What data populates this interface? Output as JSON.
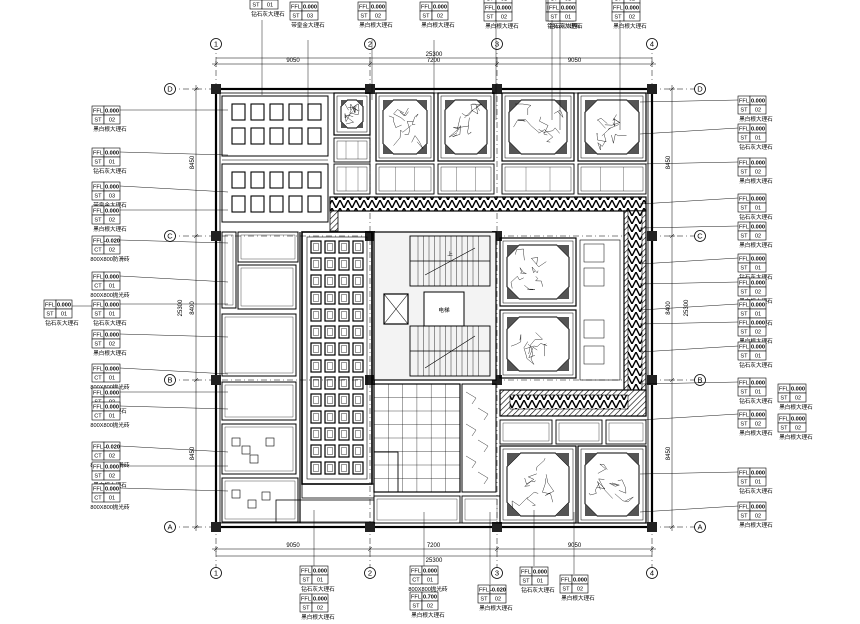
{
  "drawing": {
    "axes": {
      "numbered": [
        "1",
        "2",
        "3",
        "4"
      ],
      "lettered": [
        "A",
        "B",
        "C",
        "D"
      ]
    },
    "dimensions": {
      "bays_horizontal": [
        "9050",
        "7200",
        "9050"
      ],
      "total_horizontal": "25300",
      "bays_vertical": [
        "8450",
        "8400",
        "8450"
      ],
      "total_vertical": "25300"
    },
    "legends": {
      "top": [
        {
          "rows": [
            [
              "ST",
              "01"
            ],
            [
              "钻石灰大理石"
            ]
          ]
        },
        {
          "rows": [
            [
              "FFL",
              "0.000"
            ],
            [
              "ST",
              "03"
            ],
            [
              "带皇金大理石"
            ]
          ]
        },
        {
          "rows": [
            [
              "FFL",
              "0.000"
            ],
            [
              "ST",
              "02"
            ],
            [
              "黑白根大理石"
            ]
          ]
        },
        {
          "rows": [
            [
              "FFL",
              "0.000"
            ],
            [
              "ST",
              "02"
            ],
            [
              "黑白根大理石"
            ]
          ]
        },
        {
          "rows": [
            [
              "ST",
              "01"
            ],
            [
              "FFL",
              "0.000"
            ],
            [
              "ST",
              "02"
            ],
            [
              "黑白根大理石"
            ]
          ]
        },
        {
          "rows": [
            [
              "ST",
              "01"
            ],
            [
              "FFL",
              "0.000"
            ],
            [
              "ST",
              "01"
            ],
            [
              "钻石灰大理石"
            ]
          ]
        },
        {
          "rows": [
            [
              "ST",
              "01"
            ],
            [
              "FFL",
              "0.000"
            ],
            [
              "ST",
              "01"
            ],
            [
              "钻石灰大理石"
            ]
          ]
        },
        {
          "rows": [
            [
              "ST",
              "02"
            ],
            [
              "FFL",
              "0.000"
            ],
            [
              "ST",
              "02"
            ],
            [
              "黑白根大理石"
            ]
          ]
        }
      ],
      "left": [
        {
          "rows": [
            [
              "FFL",
              "0.000"
            ],
            [
              "ST",
              "02"
            ],
            [
              "黑白根大理石"
            ]
          ]
        },
        {
          "rows": [
            [
              "FFL",
              "0.000"
            ],
            [
              "ST",
              "01"
            ],
            [
              "钻石灰大理石"
            ]
          ]
        },
        {
          "rows": [
            [
              "FFL",
              "0.000"
            ],
            [
              "ST",
              "03"
            ],
            [
              "带皇金大理石"
            ]
          ]
        },
        {
          "rows": [
            [
              "FFL",
              "0.000"
            ],
            [
              "ST",
              "02"
            ],
            [
              "黑白根大理石"
            ]
          ]
        },
        {
          "rows": [
            [
              "FFL",
              "-0.020"
            ],
            [
              "CT",
              "02"
            ],
            [
              "800X800防滑砖"
            ]
          ]
        },
        {
          "rows": [
            [
              "FFL",
              "0.000"
            ],
            [
              "CT",
              "01"
            ],
            [
              "800X800抛光砖"
            ]
          ]
        },
        {
          "rows": [
            [
              "FFL",
              "0.000"
            ],
            [
              "ST",
              "01"
            ],
            [
              "钻石灰大理石"
            ]
          ]
        },
        {
          "rows": [
            [
              "FFL",
              "0.000"
            ],
            [
              "ST",
              "02"
            ],
            [
              "黑白根大理石"
            ]
          ]
        },
        {
          "rows": [
            [
              "FFL",
              "0.000"
            ],
            [
              "CT",
              "01"
            ],
            [
              "800X800抛光砖"
            ]
          ]
        },
        {
          "rows": [
            [
              "FFL",
              "0.000"
            ],
            [
              "ST",
              "02"
            ],
            [
              "黑白根大理石"
            ]
          ]
        },
        {
          "rows": [
            [
              "FFL",
              "0.000"
            ],
            [
              "CT",
              "01"
            ],
            [
              "800X800抛光砖"
            ]
          ]
        },
        {
          "rows": [
            [
              "FFL",
              "-0.020"
            ],
            [
              "CT",
              "02"
            ],
            [
              "800X800防滑砖"
            ]
          ]
        },
        {
          "rows": [
            [
              "FFL",
              "0.000"
            ],
            [
              "ST",
              "02"
            ],
            [
              "黑白根大理石"
            ]
          ]
        },
        {
          "rows": [
            [
              "FFL",
              "0.000"
            ],
            [
              "CT",
              "01"
            ],
            [
              "800X800抛光砖"
            ]
          ]
        }
      ],
      "left_far": [
        {
          "rows": [
            [
              "FFL",
              "0.000"
            ],
            [
              "ST",
              "01"
            ],
            [
              "钻石灰大理石"
            ]
          ]
        }
      ],
      "right": [
        {
          "rows": [
            [
              "FFL",
              "0.000"
            ],
            [
              "ST",
              "02"
            ],
            [
              "黑白根大理石"
            ]
          ]
        },
        {
          "rows": [
            [
              "FFL",
              "0.000"
            ],
            [
              "ST",
              "01"
            ],
            [
              "钻石灰大理石"
            ]
          ]
        },
        {
          "rows": [
            [
              "FFL",
              "0.000"
            ],
            [
              "ST",
              "02"
            ],
            [
              "黑白根大理石"
            ]
          ]
        },
        {
          "rows": [
            [
              "FFL",
              "0.000"
            ],
            [
              "ST",
              "01"
            ],
            [
              "钻石灰大理石"
            ]
          ]
        },
        {
          "rows": [
            [
              "FFL",
              "0.000"
            ],
            [
              "ST",
              "02"
            ],
            [
              "黑白根大理石"
            ]
          ]
        },
        {
          "rows": [
            [
              "FFL",
              "0.000"
            ],
            [
              "ST",
              "01"
            ],
            [
              "钻石灰大理石"
            ]
          ]
        },
        {
          "rows": [
            [
              "FFL",
              "0.000"
            ],
            [
              "ST",
              "02"
            ],
            [
              "黑白根大理石"
            ]
          ]
        },
        {
          "rows": [
            [
              "FFL",
              "0.000"
            ],
            [
              "ST",
              "01"
            ],
            [
              "钻石灰大理石"
            ]
          ]
        },
        {
          "rows": [
            [
              "FFL",
              "0.000"
            ],
            [
              "ST",
              "02"
            ],
            [
              "黑白根大理石"
            ]
          ]
        },
        {
          "rows": [
            [
              "FFL",
              "0.000"
            ],
            [
              "ST",
              "01"
            ],
            [
              "钻石灰大理石"
            ]
          ]
        },
        {
          "rows": [
            [
              "FFL",
              "0.000"
            ],
            [
              "ST",
              "01"
            ],
            [
              "钻石灰大理石"
            ]
          ]
        },
        {
          "rows": [
            [
              "FFL",
              "0.000"
            ],
            [
              "ST",
              "02"
            ],
            [
              "黑白根大理石"
            ]
          ]
        },
        {
          "rows": [
            [
              "FFL",
              "0.000"
            ],
            [
              "ST",
              "01"
            ],
            [
              "钻石灰大理石"
            ]
          ]
        },
        {
          "rows": [
            [
              "FFL",
              "0.000"
            ],
            [
              "ST",
              "02"
            ],
            [
              "黑白根大理石"
            ]
          ]
        }
      ],
      "right_far": [
        {
          "rows": [
            [
              "FFL",
              "0.000"
            ],
            [
              "ST",
              "02"
            ],
            [
              "黑白根大理石"
            ]
          ]
        },
        {
          "rows": [
            [
              "FFL",
              "0.000"
            ],
            [
              "ST",
              "02"
            ],
            [
              "黑白根大理石"
            ]
          ]
        }
      ],
      "bottom": [
        {
          "rows": [
            [
              "FFL",
              "0.000"
            ],
            [
              "ST",
              "01"
            ],
            [
              "钻石灰大理石"
            ]
          ]
        },
        {
          "rows": [
            [
              "FFL",
              "0.000"
            ],
            [
              "ST",
              "02"
            ],
            [
              "黑白根大理石"
            ]
          ]
        },
        {
          "rows": [
            [
              "FFL",
              "0.000"
            ],
            [
              "CT",
              "01"
            ],
            [
              "800X800抛光砖"
            ]
          ]
        },
        {
          "rows": [
            [
              "FFL",
              "0.700"
            ],
            [
              "ST",
              "02"
            ],
            [
              "黑白根大理石"
            ]
          ]
        },
        {
          "rows": [
            [
              "FFL",
              "-0.020"
            ],
            [
              "ST",
              "02"
            ],
            [
              "黑白根大理石"
            ]
          ]
        },
        {
          "rows": [
            [
              "FFL",
              "0.000"
            ],
            [
              "ST",
              "01"
            ],
            [
              "钻石灰大理石"
            ]
          ]
        },
        {
          "rows": [
            [
              "FFL",
              "0.000"
            ],
            [
              "ST",
              "02"
            ],
            [
              "黑白根大理石"
            ]
          ]
        }
      ]
    },
    "stair_label": "上",
    "lift_label": "电梯"
  }
}
